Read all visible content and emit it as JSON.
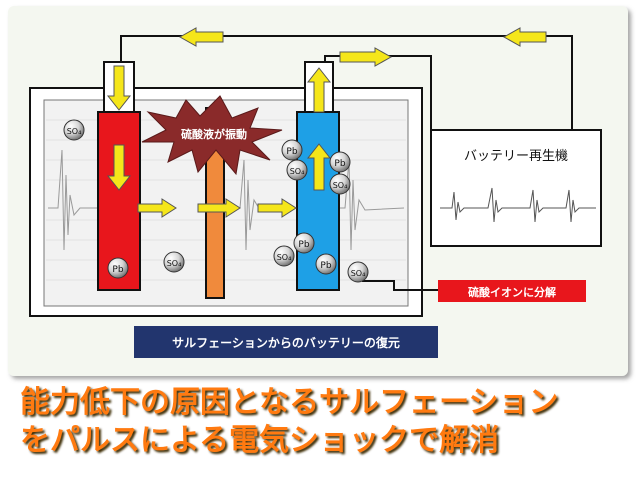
{
  "colors": {
    "paper": "#f4f7f0",
    "pos_plate": "#e8161c",
    "neg_plate": "#1ea0e6",
    "separator": "#f08a3c",
    "arrow_yellow": "#f5e61a",
    "label_box": "#22356e",
    "callout_box": "#e8161c",
    "caption_text": "#ff7a10",
    "burst": "#8a2a2a"
  },
  "burst_label": "硫酸液が振動",
  "machine_label": "バッテリー再生機",
  "callout_label": "硫酸イオンに分解",
  "title_box_label": "サルフェーションからのバッテリーの復元",
  "ion_pb": "Pb",
  "ion_so4": "SO₄",
  "caption": {
    "line1": "能力低下の原因となるサルフェーション",
    "line2": "をパルスによる電気ショックで解消"
  }
}
